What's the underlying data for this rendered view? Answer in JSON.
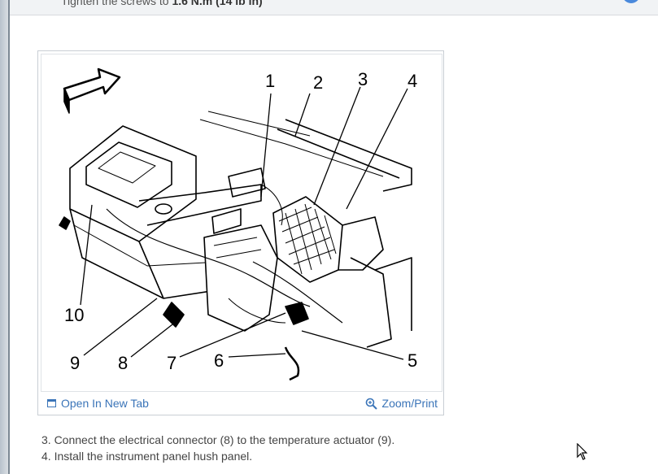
{
  "previous_step": {
    "prefix": "Tighten the screws to ",
    "value": "1.6 N.m (14 lb in)"
  },
  "figure": {
    "callouts": [
      "1",
      "2",
      "3",
      "4",
      "5",
      "6",
      "7",
      "8",
      "9",
      "10"
    ],
    "open_in_new_tab": "Open In New Tab",
    "zoom_print": "Zoom/Print"
  },
  "steps": [
    "3. Connect the electrical connector (8) to the temperature actuator (9).",
    "4. Install the instrument panel hush panel."
  ],
  "colors": {
    "link": "#3a74b8",
    "border": "#c9ced4"
  },
  "icons": [
    "new-tab-icon",
    "zoom-icon",
    "mouse-cursor-icon",
    "direction-arrow-icon"
  ]
}
